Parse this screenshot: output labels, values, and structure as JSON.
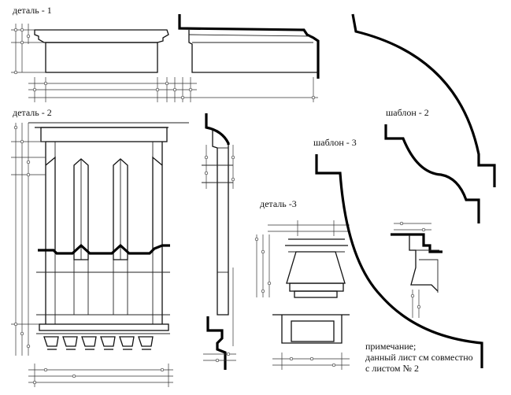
{
  "labels": {
    "detail1": "деталь - 1",
    "detail2": "деталь - 2",
    "detail3": "деталь -3",
    "template2": "шаблон - 2",
    "template3": "шаблон - 3"
  },
  "note": {
    "line1": "примечание;",
    "line2": "данный лист см совместно",
    "line3": "с листом № 2"
  }
}
